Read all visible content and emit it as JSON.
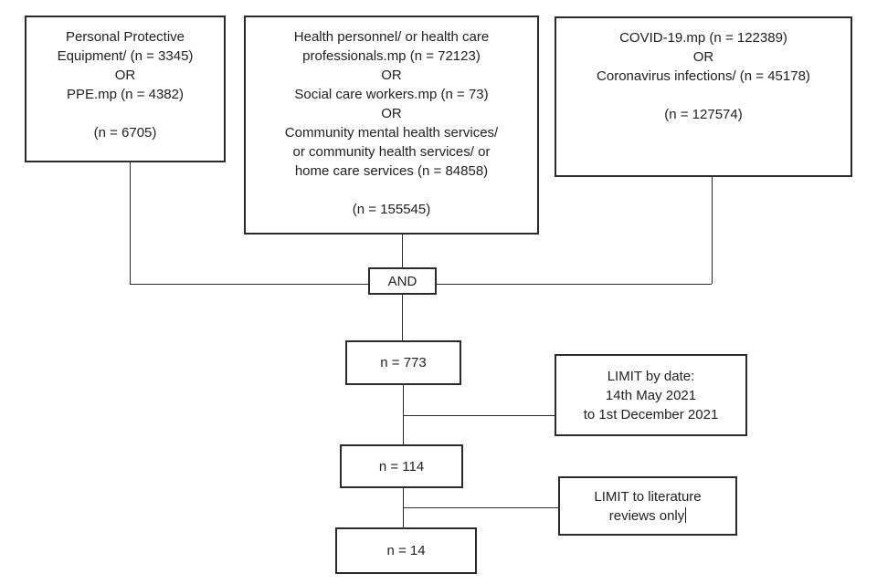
{
  "colors": {
    "border": "#2a2a2a",
    "text": "#212121",
    "background": "#ffffff"
  },
  "flowchart": {
    "ppe_box": {
      "lines": [
        "Personal Protective",
        "Equipment/ (n = 3345)",
        "OR",
        "PPE.mp (n = 4382)"
      ],
      "total": "(n = 6705)"
    },
    "personnel_box": {
      "lines": [
        "Health personnel/ or health care",
        "professionals.mp (n = 72123)",
        "OR",
        "Social care workers.mp (n = 73)",
        "OR",
        "Community mental health services/",
        "or community health services/ or",
        "home care services (n = 84858)"
      ],
      "total": "(n = 155545)"
    },
    "covid_box": {
      "lines": [
        "COVID-19.mp (n = 122389)",
        "OR",
        "Coronavirus infections/ (n = 45178)"
      ],
      "total": "(n = 127574)"
    },
    "operator": "AND",
    "result1": "n = 773",
    "limit_date_box": {
      "lines": [
        "LIMIT by date:",
        "14th May 2021",
        "to 1st December 2021"
      ]
    },
    "result2": "n = 114",
    "limit_reviews_box": {
      "lines": [
        "LIMIT to literature",
        "reviews only"
      ]
    },
    "result3": "n = 14"
  }
}
